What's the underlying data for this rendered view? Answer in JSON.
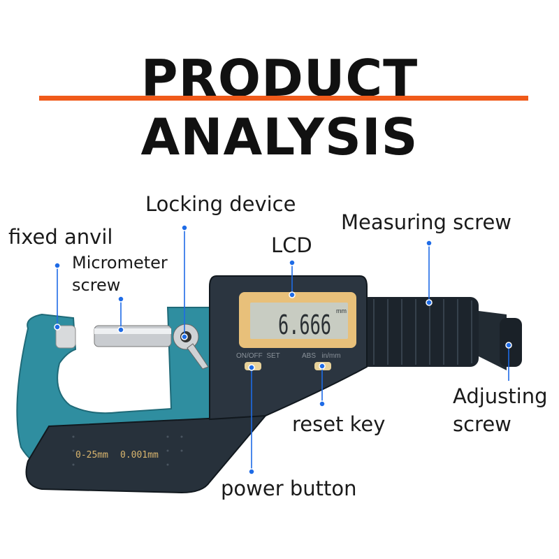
{
  "title": "PRODUCT ANALYSIS",
  "colors": {
    "accent_underline": "#f05a1a",
    "callout_blue": "#1e6be6",
    "frame_blue": "#2f8ea0",
    "body_dark": "#2b3540",
    "lcd_amber": "#e8c07a"
  },
  "labels": {
    "locking_device": "Locking device",
    "fixed_anvil": "fixed anvil",
    "micrometer_screw_line1": "Micrometer",
    "micrometer_screw_line2": "screw",
    "lcd": "LCD",
    "measuring_screw": "Measuring screw",
    "adjusting_screw_line1": "Adjusting",
    "adjusting_screw_line2": "screw",
    "reset_key": "reset key",
    "power_button": "power button"
  },
  "device": {
    "display_value": "6.666",
    "display_unit": "mm",
    "button_left_label": "ON/OFF  SET",
    "button_right_label": "ABS   in/mm",
    "range_text": "0-25mm",
    "resolution_text": "0.001mm"
  }
}
